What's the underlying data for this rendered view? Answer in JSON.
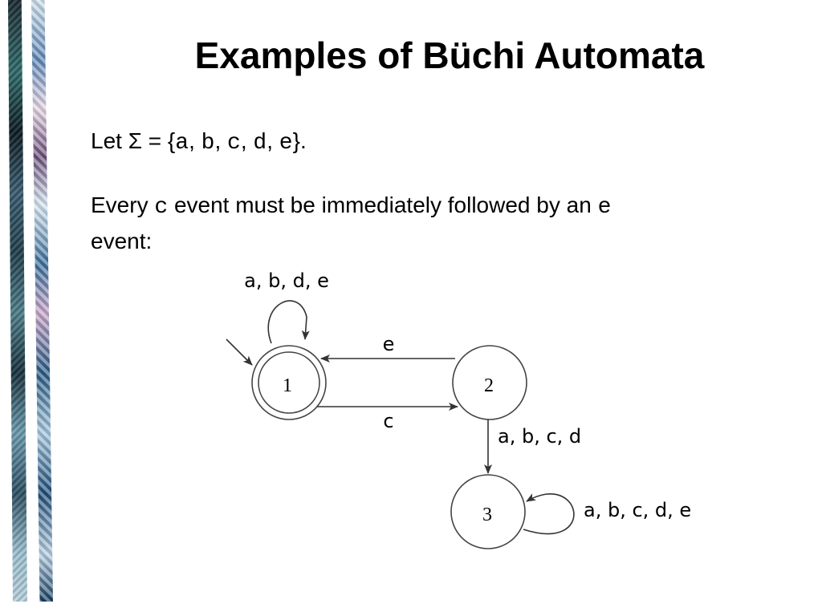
{
  "slide": {
    "title": "Examples of Büchi Automata",
    "let_prefix": "Let ",
    "sigma_symbol": "Σ",
    "set_open": " = {",
    "alphabet": [
      "a",
      "b",
      "c",
      "d",
      "e"
    ],
    "comma": ", ",
    "set_close": "}.",
    "rule_prefix": "Every ",
    "rule_symbol_1": "c",
    "rule_middle": " event must be immediately followed by an ",
    "rule_symbol_2": "e",
    "rule_line2": "event:"
  },
  "automaton": {
    "states": [
      {
        "label": "1",
        "initial": true,
        "accepting": true
      },
      {
        "label": "2",
        "initial": false,
        "accepting": false
      },
      {
        "label": "3",
        "initial": false,
        "accepting": false
      }
    ],
    "transitions": [
      {
        "from": "1",
        "to": "1",
        "label": "a,b,d,e"
      },
      {
        "from": "2",
        "to": "1",
        "label": "e"
      },
      {
        "from": "1",
        "to": "2",
        "label": "c"
      },
      {
        "from": "2",
        "to": "3",
        "label": "a,b,c,d"
      },
      {
        "from": "3",
        "to": "3",
        "label": "a,b,c,d,e"
      }
    ]
  }
}
